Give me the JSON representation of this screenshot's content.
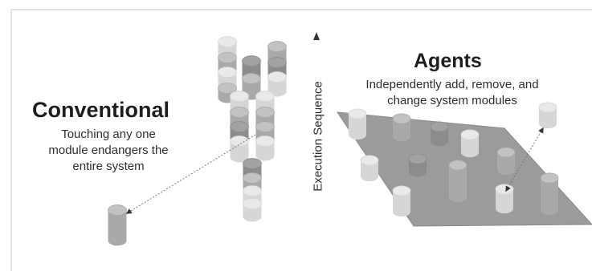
{
  "conventional": {
    "title": "Conventional",
    "description": [
      "Touching any one",
      "module endangers the",
      "entire system"
    ]
  },
  "agents": {
    "title": "Agents",
    "description": [
      "Independently add, remove, and",
      "change system modules"
    ]
  },
  "axis": {
    "label": "Execution Sequence"
  },
  "colors": {
    "light": "#d6d6d6",
    "light_top": "#e9e9e9",
    "medium": "#a9a9a9",
    "medium_top": "#c2c2c2",
    "dark": "#8c8c8c",
    "dark_top": "#a2a2a2",
    "plane": "#9b9b9b",
    "plane_edge": "#8a8a8a",
    "text": "#2e2e2e"
  }
}
